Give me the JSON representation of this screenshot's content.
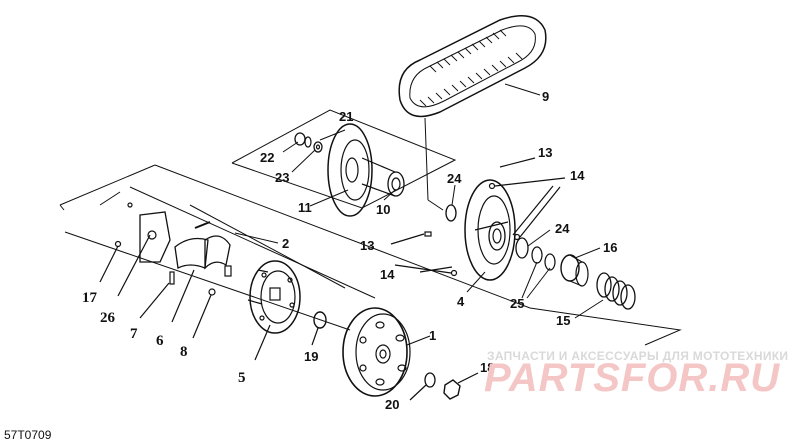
{
  "diagram_code": "57T0709",
  "watermark": {
    "tagline": "ЗАПЧАСТИ И АКСЕССУАРЫ ДЛЯ МОТОТЕХНИКИ",
    "brand": "PARTSFOR.RU"
  },
  "callouts": {
    "c1": "1",
    "c2": "2",
    "c4": "4",
    "c5": "5",
    "c6": "6",
    "c7": "7",
    "c8": "8",
    "c9": "9",
    "c10": "10",
    "c11": "11",
    "c13a": "13",
    "c13b": "13",
    "c14a": "14",
    "c14b": "14",
    "c15": "15",
    "c16": "16",
    "c17": "17",
    "c18": "18",
    "c19": "19",
    "c20": "20",
    "c21": "21",
    "c22": "22",
    "c23": "23",
    "c24a": "24",
    "c24b": "24",
    "c25": "25",
    "c26": "26"
  },
  "colors": {
    "line": "#111111",
    "watermark_red": "#f4c6c6",
    "watermark_gray": "#d9d9d9"
  }
}
